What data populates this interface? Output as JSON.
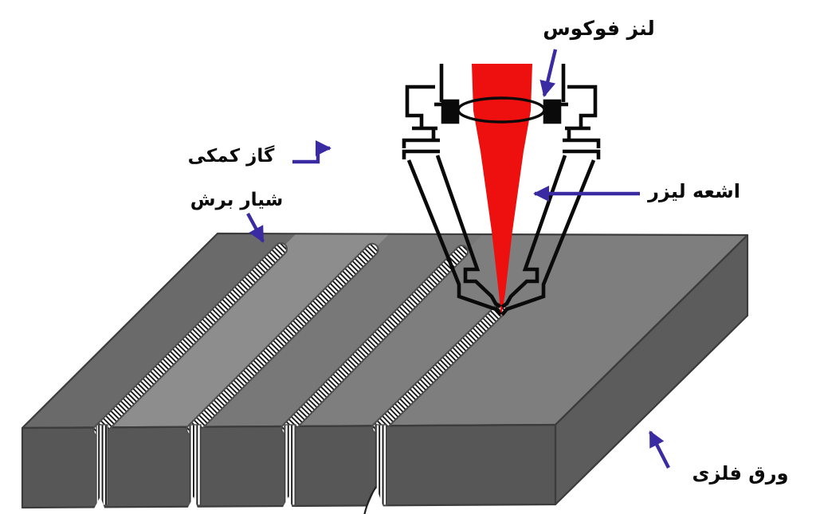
{
  "diagram": {
    "type": "laser-cutting-schematic",
    "labels": {
      "focus_lens": "لنز فوکوس",
      "assist_gas": "گاز کمکی",
      "cut_groove": "شیار برش",
      "laser_beam": "اشعه لیزر",
      "metal_sheet": "ورق فلزی"
    },
    "grooves": {
      "completed_kerfs": 3,
      "kerf_in_progress": 1,
      "front_face_kerf_bands": 4
    },
    "colors": {
      "laser_red": "#ee0f0f",
      "arrow_purple": "#3a2ba3",
      "sheet_top": "#7e7e7e",
      "strip_dark": "#6a6a6a",
      "strip_light": "#8d8d8d",
      "strip_mid": "#787878",
      "sheet_front": "#575757",
      "sheet_side": "#5c5c5c",
      "outline": "#3c3c3c",
      "line_black": "#0a0a0a",
      "kerf_stroke": "#4f4f4f",
      "bg": "#ffffff",
      "label_color": "#0b0b0b"
    }
  }
}
